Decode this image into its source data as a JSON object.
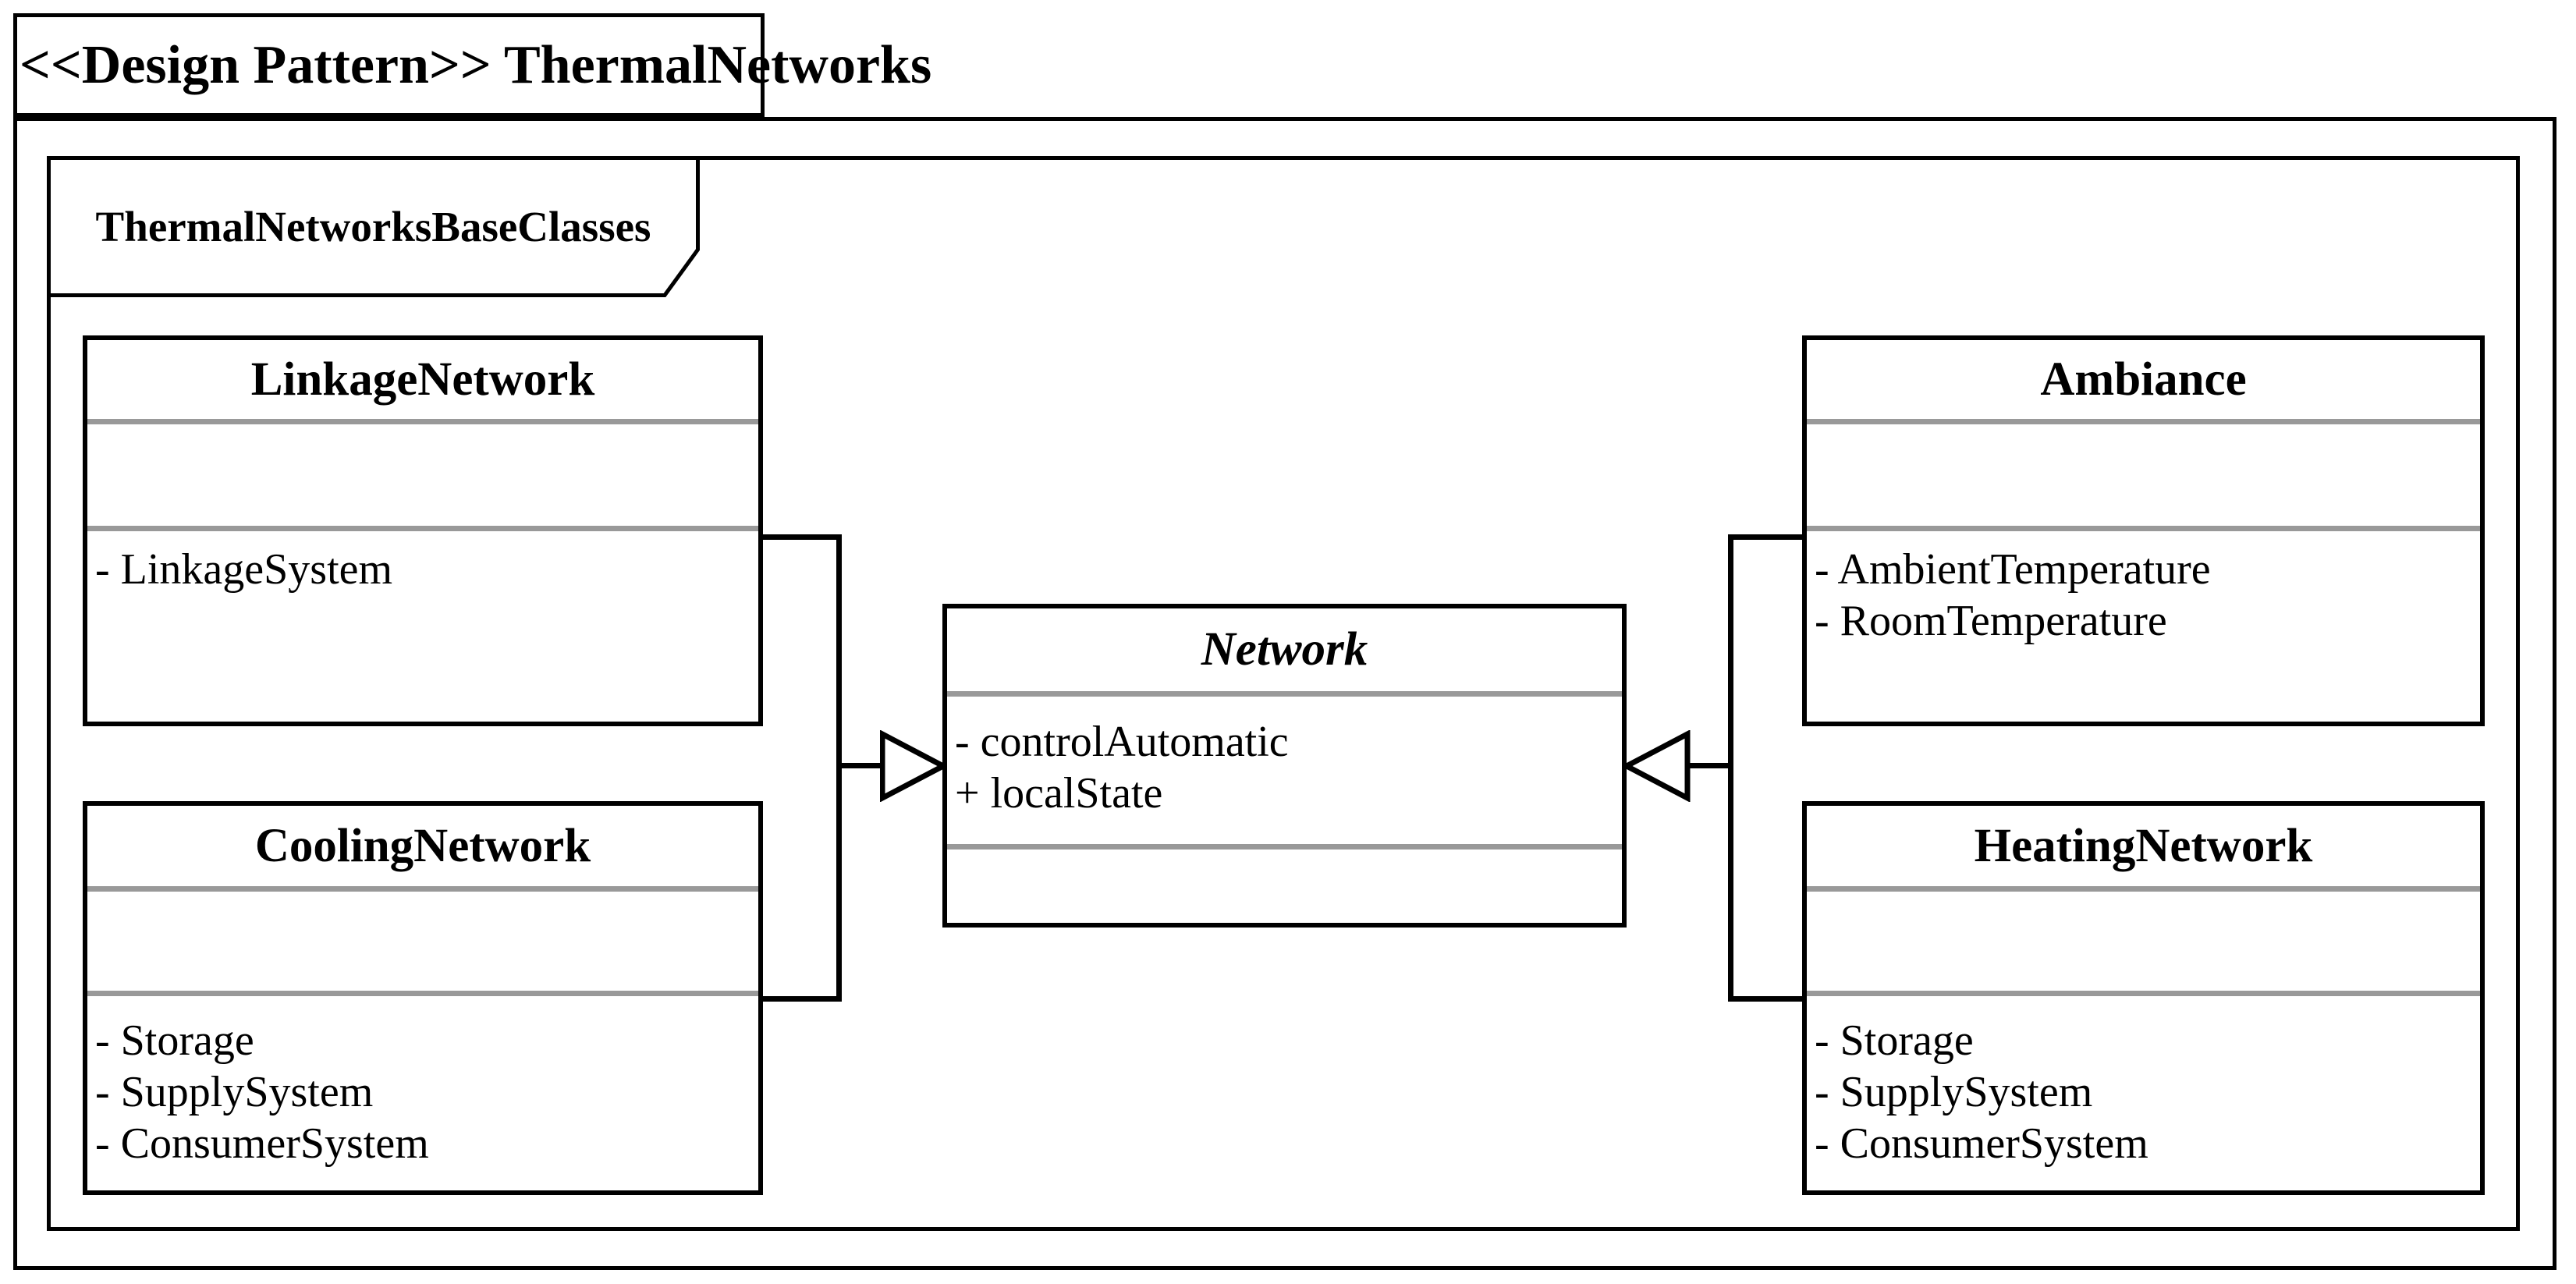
{
  "diagram": {
    "kind": "uml-class-diagram",
    "frame_title": "<<Design Pattern>> ThermalNetworks",
    "package_name": "ThermalNetworksBaseClasses"
  },
  "classes": [
    {
      "name": "LinkageNetwork",
      "abstract": false,
      "attributes": [
        "- LinkageSystem"
      ]
    },
    {
      "name": "CoolingNetwork",
      "abstract": false,
      "attributes": [
        "- Storage",
        "- SupplySystem",
        "- ConsumerSystem"
      ]
    },
    {
      "name": "Network",
      "abstract": true,
      "attributes": [
        "- controlAutomatic",
        "+ localState"
      ]
    },
    {
      "name": "Ambiance",
      "abstract": false,
      "attributes": [
        "- AmbientTemperature",
        "- RoomTemperature"
      ]
    },
    {
      "name": "HeatingNetwork",
      "abstract": false,
      "attributes": [
        "- Storage",
        "- SupplySystem",
        "- ConsumerSystem"
      ]
    }
  ],
  "relationships": [
    {
      "type": "generalization",
      "from": "LinkageNetwork",
      "to": "Network"
    },
    {
      "type": "generalization",
      "from": "CoolingNetwork",
      "to": "Network"
    },
    {
      "type": "generalization",
      "from": "Ambiance",
      "to": "Network"
    },
    {
      "type": "generalization",
      "from": "HeatingNetwork",
      "to": "Network"
    }
  ],
  "colors": {
    "line": "#000000",
    "separator": "#999999",
    "background": "#ffffff"
  }
}
